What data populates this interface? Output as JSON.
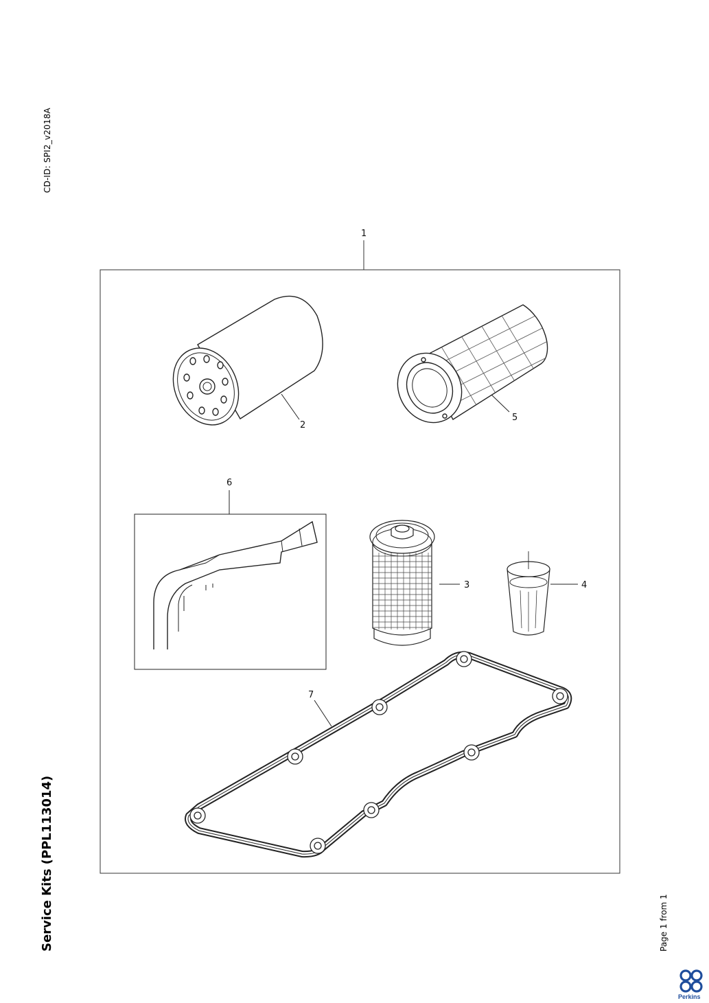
{
  "document": {
    "cd_id": "CD-ID: SPI2_v2018A",
    "title": "Service Kits (PPL113014)",
    "page_indicator": "Page 1 from 1"
  },
  "callouts": [
    "1",
    "2",
    "3",
    "4",
    "5",
    "6",
    "7"
  ],
  "brand": {
    "name": "Perkins",
    "color": "#1f4d9c"
  }
}
